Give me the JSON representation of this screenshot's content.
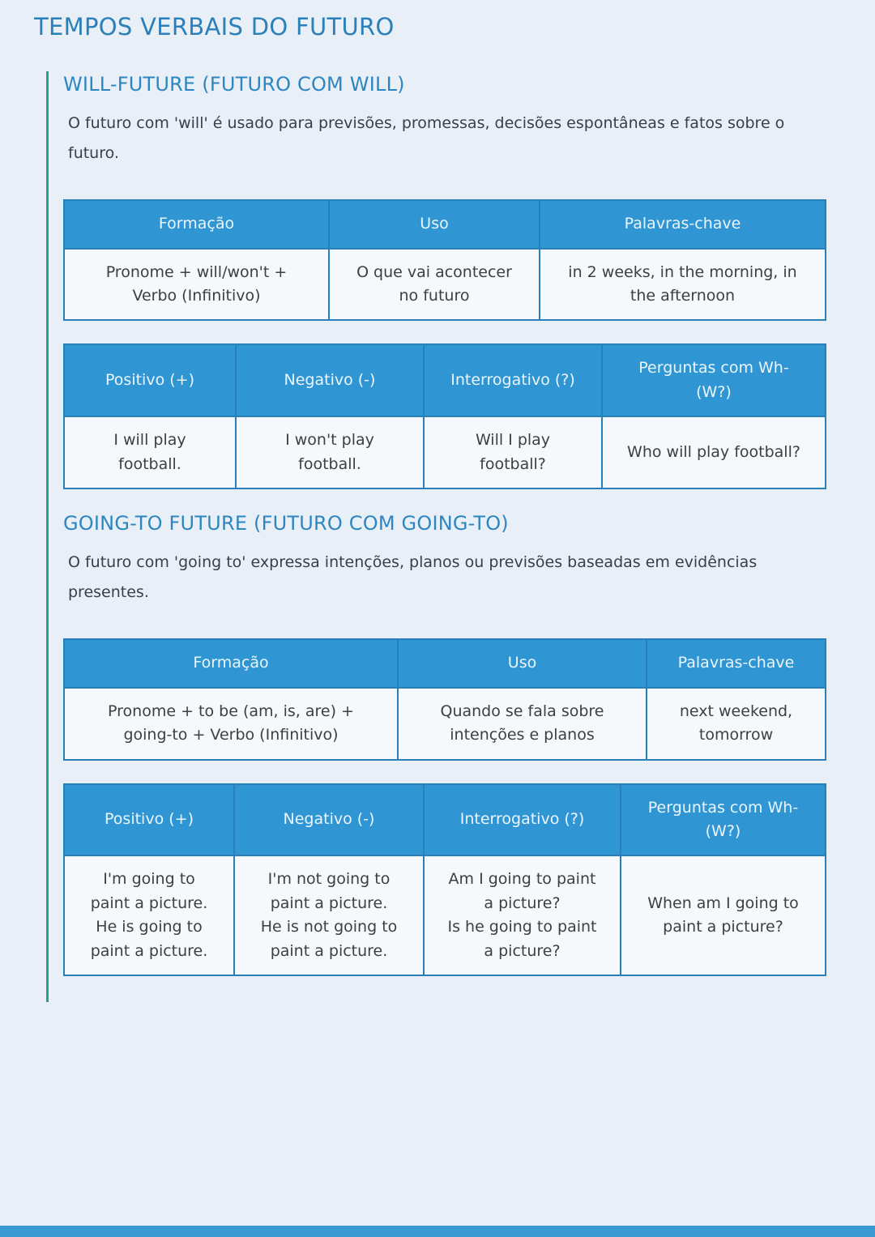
{
  "page": {
    "title": "TEMPOS VERBAIS DO FUTURO"
  },
  "theme": {
    "background": "#e8eff7",
    "title_blue": "#2b80b9",
    "heading_blue": "#2e86c1",
    "accent_teal": "#2aa08e",
    "table_header_blue": "#3095d3",
    "table_border_blue": "#2980b9",
    "cell_background": "#f5f9fc",
    "body_text": "#3c4043",
    "bottom_bar_blue": "#3b9ad2"
  },
  "sections": [
    {
      "heading": "WILL-FUTURE (FUTURO COM WILL)",
      "description": "O futuro com 'will' é usado para previsões, promessas, decisões espontâneas e fatos sobre o futuro.",
      "formation_table": {
        "headers": [
          "Formação",
          "Uso",
          "Palavras-chave"
        ],
        "cells": [
          "Pronome + will/won't +\nVerbo (Infinitivo)",
          "O que vai acontecer\nno futuro",
          "in 2 weeks, in the morning, in\nthe afternoon"
        ]
      },
      "forms_table": {
        "headers": [
          "Positivo (+)",
          "Negativo (-)",
          "Interrogativo (?)",
          "Perguntas com Wh-\n(W?)"
        ],
        "cells": [
          "I will play\nfootball.",
          "I won't play\nfootball.",
          "Will I play\nfootball?",
          "Who will play football?"
        ]
      }
    },
    {
      "heading": "GOING-TO FUTURE (FUTURO COM GOING-TO)",
      "description": "O futuro com 'going to' expressa intenções, planos ou previsões baseadas em evidências presentes.",
      "formation_table": {
        "headers": [
          "Formação",
          "Uso",
          "Palavras-chave"
        ],
        "cells": [
          "Pronome + to be (am, is, are) +\ngoing-to + Verbo (Infinitivo)",
          "Quando se fala sobre\nintenções e planos",
          "next weekend,\ntomorrow"
        ]
      },
      "forms_table": {
        "headers": [
          "Positivo (+)",
          "Negativo (-)",
          "Interrogativo (?)",
          "Perguntas com Wh-\n(W?)"
        ],
        "cells": [
          "I'm going to\npaint a picture.\nHe is going to\npaint a picture.",
          "I'm not going to\npaint a picture.\nHe is not going to\npaint a picture.",
          "Am I going to paint\na picture?\nIs he going to paint\na picture?",
          "When am I going to\npaint a picture?"
        ]
      }
    }
  ]
}
